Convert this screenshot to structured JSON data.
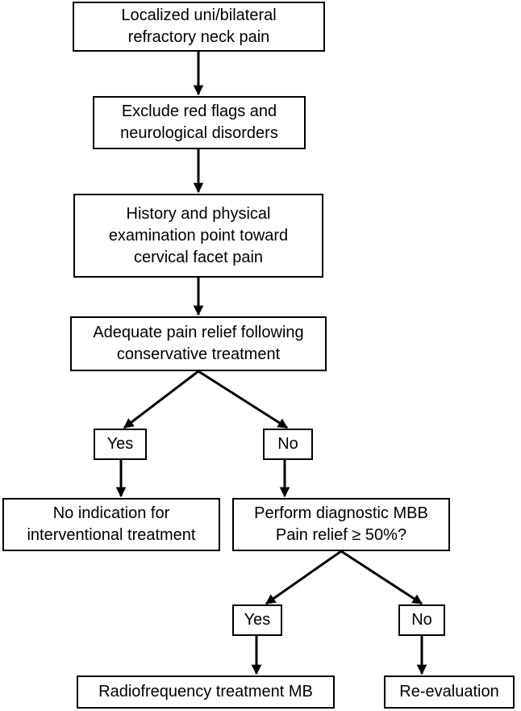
{
  "diagram": {
    "nodes": {
      "neck_pain": {
        "lines": [
          "Localized uni/bilateral",
          "refractory neck pain"
        ]
      },
      "exclude": {
        "lines": [
          "Exclude red flags and",
          "neurological disorders"
        ]
      },
      "history": {
        "lines": [
          "History and physical",
          "examination point toward",
          "cervical facet pain"
        ]
      },
      "adequate": {
        "lines": [
          "Adequate pain relief following",
          "conservative treatment"
        ]
      },
      "yes1": {
        "lines": [
          "Yes"
        ]
      },
      "no1": {
        "lines": [
          "No"
        ]
      },
      "no_indication": {
        "lines": [
          "No indication for",
          "interventional treatment"
        ]
      },
      "mbb": {
        "lines": [
          "Perform diagnostic MBB",
          "Pain relief ≥ 50%?"
        ]
      },
      "yes2": {
        "lines": [
          "Yes"
        ]
      },
      "no2": {
        "lines": [
          "No"
        ]
      },
      "rf": {
        "lines": [
          "Radiofrequency treatment MB"
        ]
      },
      "reeval": {
        "lines": [
          "Re-evaluation"
        ]
      }
    }
  }
}
